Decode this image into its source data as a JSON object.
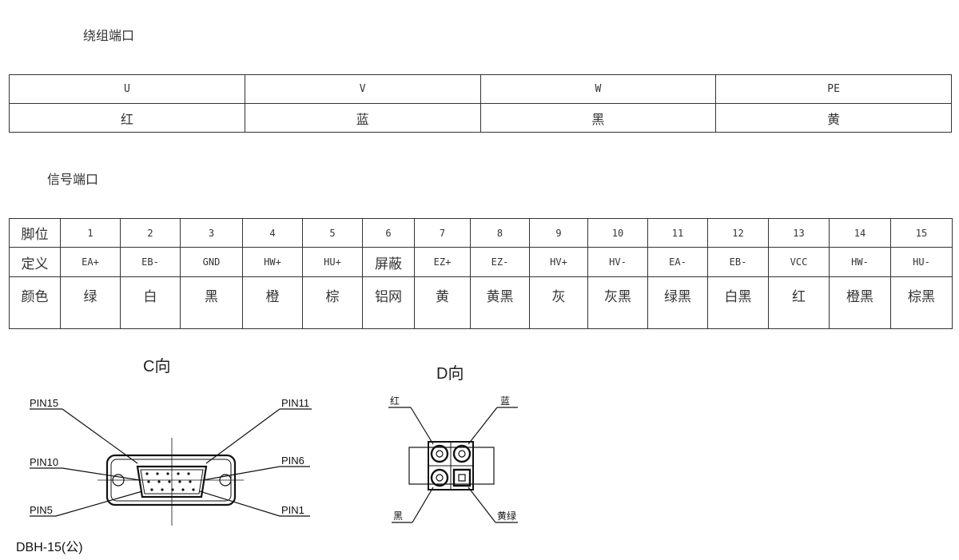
{
  "winding_port": {
    "title": "绕组端口",
    "headers": [
      "U",
      "V",
      "W",
      "PE"
    ],
    "colors": [
      "红",
      "蓝",
      "黑",
      "黄"
    ]
  },
  "signal_port": {
    "title": "信号端口",
    "row_labels": {
      "pin": "脚位",
      "definition": "定义",
      "color": "颜色"
    },
    "pins": [
      "1",
      "2",
      "3",
      "4",
      "5",
      "6",
      "7",
      "8",
      "9",
      "10",
      "11",
      "12",
      "13",
      "14",
      "15"
    ],
    "definitions": [
      "EA+",
      "EB-",
      "GND",
      "HW+",
      "HU+",
      "屏蔽",
      "EZ+",
      "EZ-",
      "HV+",
      "HV-",
      "EA-",
      "EB-",
      "VCC",
      "HW-",
      "HU-"
    ],
    "colors": [
      "绿",
      "白",
      "黑",
      "橙",
      "棕",
      "铝网",
      "黄",
      "黄黑",
      "灰",
      "灰黑",
      "绿黑",
      "白黑",
      "红",
      "橙黑",
      "棕黑"
    ]
  },
  "view_c": {
    "label": "C向",
    "pin_labels": {
      "pin15": "PIN15",
      "pin11": "PIN11",
      "pin10": "PIN10",
      "pin6": "PIN6",
      "pin5": "PIN5",
      "pin1": "PIN1"
    },
    "connector": "DBH-15(公)"
  },
  "view_d": {
    "label": "D向",
    "wire_labels": {
      "red": "红",
      "blue": "蓝",
      "black": "黑",
      "yellow_green": "黄绿"
    }
  }
}
